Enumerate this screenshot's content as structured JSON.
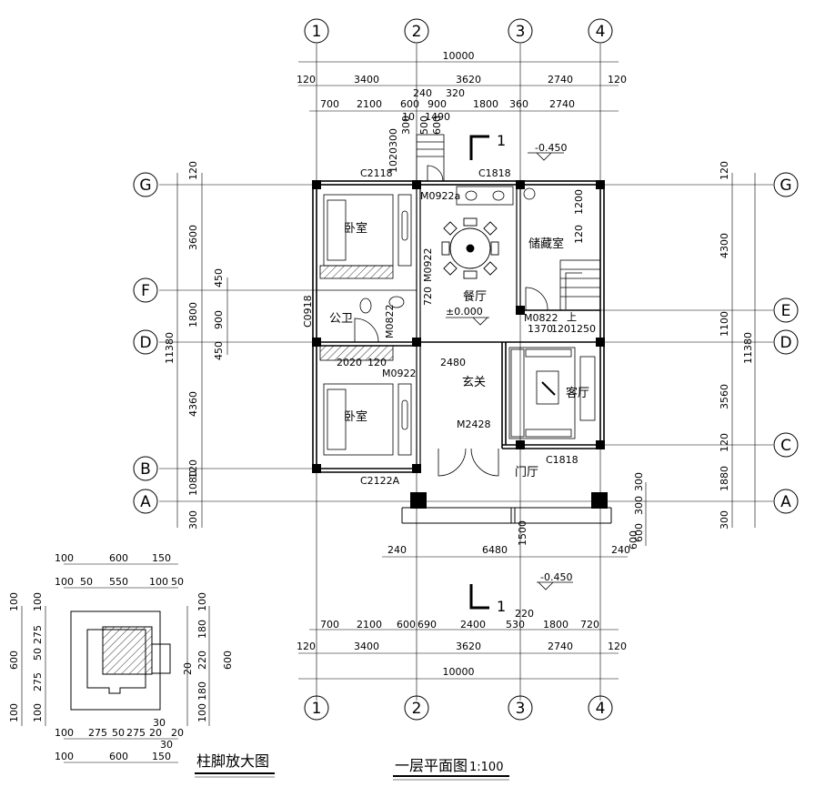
{
  "title": "一层平面图",
  "scale": "1:100",
  "detail_title": "柱脚放大图",
  "axes": {
    "vertical": [
      "1",
      "2",
      "3",
      "4"
    ],
    "horizontal": [
      "G",
      "F",
      "E",
      "D",
      "C",
      "B",
      "A"
    ]
  },
  "rooms": {
    "bedroom_top": "卧室",
    "bedroom_bottom": "卧室",
    "dining": "餐厅",
    "storage": "储藏室",
    "toilet": "公卫",
    "foyer": "玄关",
    "living": "客厅",
    "gate": "门厅"
  },
  "openings": {
    "c2118": "C2118",
    "c1818_top": "C1818",
    "c1818_right": "C1818",
    "c0918": "C0918",
    "c2122a": "C2122A",
    "m0922a": "M0922a",
    "m0922_v": "M0922",
    "m0822_left": "M0822",
    "m0822_right": "M0822",
    "m0922_mid": "M0922",
    "m2428": "M2428"
  },
  "levels": {
    "outside_top": "-0.450",
    "outside_bottom": "-0.450",
    "floor": "±0.000"
  },
  "markers": {
    "section_top": "1",
    "section_bottom": "1",
    "stair_up": "上"
  },
  "dims_top": {
    "total": "10000",
    "left_ext": "120",
    "right_ext": "120",
    "seg": [
      "3400",
      "3620",
      "2740"
    ],
    "sub": [
      "700",
      "2100",
      "600",
      "900",
      "1800",
      "2740"
    ],
    "extra": [
      "240",
      "320",
      "360"
    ],
    "stair": [
      "10",
      "1490",
      "300",
      "500",
      "600",
      "1020",
      "300"
    ]
  },
  "dims_bottom": {
    "porch": [
      "240",
      "6480",
      "240"
    ],
    "sub": [
      "700",
      "2100",
      "600",
      "690",
      "2400",
      "530",
      "1800",
      "720"
    ],
    "extra": [
      "220"
    ],
    "seg": [
      "3400",
      "3620",
      "2740"
    ],
    "left_ext": "120",
    "right_ext": "120",
    "total": "10000",
    "stair_vert": "1500",
    "stair_600": "600"
  },
  "dims_left": {
    "ext_top": "120",
    "seg_gf": "3600",
    "seg_fd": "1800",
    "seg_db": "4360",
    "seg_ba": "1080",
    "ext_bottom": "300",
    "b_ext": "120",
    "total": "11380",
    "sub_450a": "450",
    "sub_900": "900",
    "sub_450b": "450",
    "m720": "720",
    "d2020": "2020",
    "d120": "120",
    "d2480": "2480"
  },
  "dims_right": {
    "ext_top": "120",
    "seg_ge": "4300",
    "seg_ed": "1100",
    "seg_dc": "3560",
    "c_ext": "120",
    "seg_ca": "1880",
    "ext_bottom": "300",
    "total": "11380",
    "r1200": "1200",
    "r120": "120",
    "r1370": "1370",
    "r1201250": "1201250",
    "a300a": "300",
    "a300b": "300",
    "a600": "600"
  },
  "detail_dims": {
    "top_row1": [
      "100",
      "600",
      "150"
    ],
    "top_row2": [
      "100",
      "50",
      "550",
      "100",
      "50"
    ],
    "left_col": [
      "100",
      "600",
      "100"
    ],
    "left_col2": [
      "100",
      "275",
      "50",
      "275",
      "100"
    ],
    "right_col": [
      "100",
      "180",
      "220",
      "180",
      "100",
      "600",
      "20"
    ],
    "bottom_row1": [
      "100",
      "275",
      "50",
      "275",
      "20",
      "20",
      "30",
      "30"
    ],
    "bottom_row2": [
      "100",
      "600",
      "150"
    ]
  }
}
